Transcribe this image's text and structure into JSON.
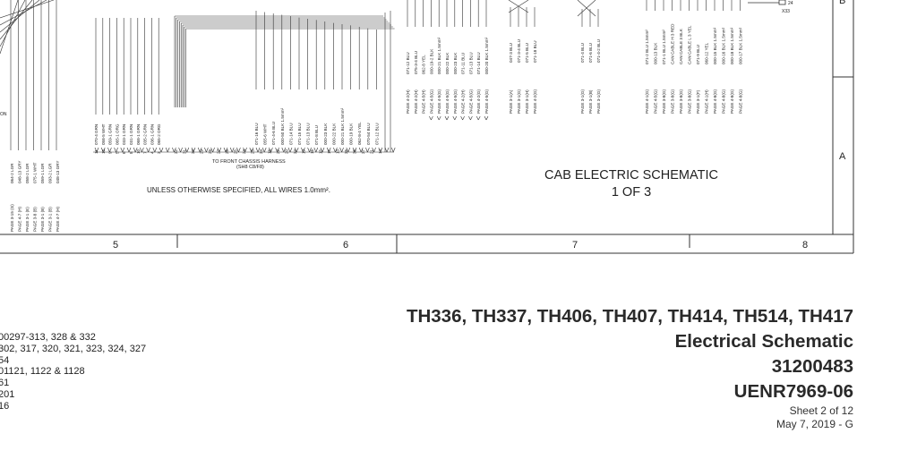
{
  "schematic": {
    "title_line1": "CAB ELECTRIC SCHEMATIC",
    "title_line2": "1 OF 3",
    "note": "UNLESS OTHERWISE SPECIFIED, ALL WIRES 1.0mm².",
    "harness_line1": "TO FRONT CHASSIS HARNESS",
    "harness_line2": "(SH8 C8/F8)",
    "zones": [
      "5",
      "6",
      "7",
      "8"
    ],
    "rows": [
      "B",
      "A"
    ],
    "connector_x33": "X33",
    "connector_x33_pin": "24",
    "partial_text_on": "ON",
    "block_a_labels": [
      "070-4 GRN",
      "058-5 WHT",
      "059-1 GRN",
      "065-1 ORG",
      "033-1 GRN",
      "031-1 GRN",
      "068-1 GRN",
      "035-2 GRN",
      "036-1 GRN",
      "065-2 ORG"
    ],
    "block_b_labels": [
      "071-16 BLU",
      "055-6 WHT",
      "071-4-6 BLU",
      "000-50 BLK 1.5mm²",
      "071-14 BLU",
      "071-15 BLU",
      "071-13 BLU",
      "071-8 BLU",
      "000-23 BLK",
      "000-22 BLK",
      "000-21 BLK 1.5mm²",
      "000-19 BLK",
      "062-8-4 YEL",
      "070-54 BLU",
      "071-12 BLU"
    ],
    "block_c_labels": [
      "071-12 BLU",
      "075-3-4 BLU",
      "062-8 YEL",
      "000-19-2 BLK",
      "000-21 BLK 1.5mm²",
      "000-22 BLK",
      "000-23 BLK",
      "071-11 BLU",
      "071-13 BLU",
      "071-14 BLU",
      "000-20 BLK 1.5mm²"
    ],
    "block_d_labels": [
      "047-3 BLU",
      "071-3-4 BLU",
      "071-5 BLU",
      "071-18 BLU"
    ],
    "block_e_labels": [
      "071-4 BLU",
      "071-6 BLU",
      "071-4-2 BLU"
    ],
    "block_f_labels": [
      "071-2 BLU 1.5mm²",
      "000-13 BLK",
      "071-1 BLU 1.5mm²",
      "CAN CABLE H 3 RED",
      "CAN CABLE 3 BLK",
      "CAN CABLE L 3 YEL",
      "071-9 BLU",
      "060-12 YEL",
      "000-15 BLK 1.5mm²",
      "000-16 BLK 1.5mm²",
      "000-18 BLK 1.5mm²",
      "000-17 BLK 1.5mm²"
    ],
    "page_refs_c": [
      "PAGE 4-2(H)",
      "PAGE 4-2(H)",
      "PAGE 4-5(H)",
      "PAGE 4-5(G)",
      "PAGE 4-5(G)",
      "PAGE 4-5(G)",
      "PAGE 4-5(G)",
      "PAGE 4-2(H)",
      "PAGE 4-5(G)",
      "PAGE 4-2(G)",
      "PAGE 4-5(G)"
    ],
    "page_refs_d": [
      "PAGE 3-1(A)",
      "PAGE 3-1(G)",
      "PAGE 3-1(H)",
      "PAGE 4-2(G)"
    ],
    "page_refs_e": [
      "PAGE 3-1(G)",
      "PAGE 3-1(B)",
      "PAGE 3-1(G)"
    ],
    "page_refs_f": [
      "PAGE 4-1(G)",
      "PAGE 4-5(G)",
      "PAGE 3-8(G)",
      "PAGE 3-8(G)",
      "PAGE 3-8(G)",
      "PAGE 3-8(G)",
      "PAGE 3-1(F)",
      "PAGE 4-1(H)",
      "PAGE 4-8(G)",
      "PAGE 4-8(G)",
      "PAGE 4-8(G)",
      "PAGE 4-8(G)"
    ],
    "left_wire_labels": [
      "064-2 LGR",
      "048-13 GRY",
      "058-2 LGR",
      "075-1 WHT",
      "059-1 LGR",
      "093-2 LGR",
      "048-13 GRY"
    ],
    "left_page_refs": [
      "PAGE 3-15 (G)",
      "PAGE 4-7 (H)",
      "PAGE 3-1 (E)",
      "PAGE 3-8 (B)",
      "PAGE 3-1 (B)",
      "PAGE 3-1 (B)",
      "PAGE 4-7 (H)"
    ],
    "pin_numbers_a": [
      "11",
      "12",
      "9",
      "5",
      "6",
      "8",
      "10",
      "7",
      "4",
      "3"
    ],
    "pin_numbers_b": [
      "32",
      "31",
      "30",
      "29",
      "28",
      "27",
      "26",
      "25",
      "24",
      "23",
      "33",
      "18",
      "22",
      "20",
      "34",
      "19",
      "16",
      "15",
      "17",
      "13",
      "36",
      "35",
      "37",
      "21",
      "14"
    ]
  },
  "title_block": {
    "models": "TH336, TH337, TH406, TH407, TH414, TH514, TH417",
    "doc_title": "Electrical Schematic",
    "part_number": "31200483",
    "doc_number": "UENR7969-06",
    "sheet": "Sheet 2 of 12",
    "date": "May 7, 2019 - G"
  },
  "applicability": [
    "00297-313, 328 & 332",
    "302, 317, 320, 321, 323, 324, 327",
    "54",
    "01121, 1122 & 1128",
    "61",
    "201",
    "16"
  ]
}
